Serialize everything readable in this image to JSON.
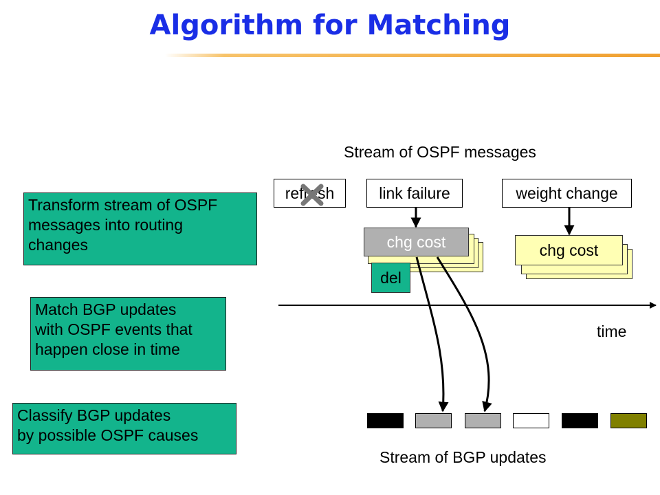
{
  "title": "Algorithm for Matching",
  "steps": [
    {
      "text_lines": [
        "Transform stream of OSPF",
        "messages into routing",
        "changes"
      ]
    },
    {
      "text_lines": [
        "Match BGP updates",
        "with OSPF events that",
        "happen close in time"
      ]
    },
    {
      "text_lines": [
        "Classify BGP updates",
        "by possible OSPF causes"
      ]
    }
  ],
  "ospf_stream": {
    "heading": "Stream of OSPF messages",
    "messages": [
      "refresh",
      "link failure",
      "weight change"
    ]
  },
  "routing_changes": {
    "link_failure_top": "chg cost",
    "link_failure_bottom": "del",
    "weight_change_top": "chg cost"
  },
  "time_label": "time",
  "bgp_stream": {
    "heading": "Stream of BGP updates",
    "updates": [
      {
        "color": "#000000"
      },
      {
        "color": "#b0b0b0"
      },
      {
        "color": "#b0b0b0"
      },
      {
        "color": "#ffffff"
      },
      {
        "color": "#000000"
      },
      {
        "color": "#808000"
      }
    ]
  },
  "colors": {
    "title": "#1a2ee6",
    "step_box": "#13b48c",
    "card": "#ffffb4",
    "highlight_card": "#b0b0b0",
    "cross_mark": "#777777"
  }
}
